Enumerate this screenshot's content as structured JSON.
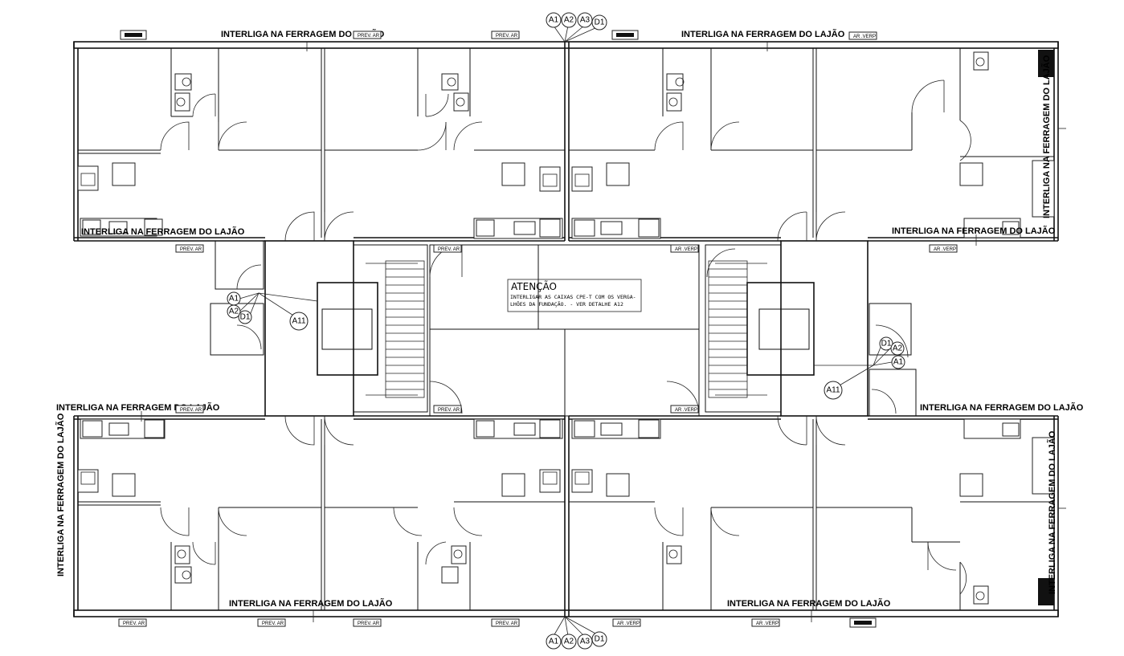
{
  "labels": {
    "interliga": "INTERLIGA NA FERRAGEM DO LAJÃO",
    "prev_ar": "PREV. AR",
    "prev_ar_flipped": "AR .VERP"
  },
  "attention": {
    "title": "ATENÇÃO",
    "line1": "INTERLIGAR AS CAIXAS CPE-T COM OS VERGA-",
    "line2": "LHÕES DA FUNDAÇÃO. - VER DETALHE A12"
  },
  "tags": {
    "a1": "A1",
    "a2": "A2",
    "a3": "A3",
    "d1": "D1",
    "a11": "A11"
  }
}
